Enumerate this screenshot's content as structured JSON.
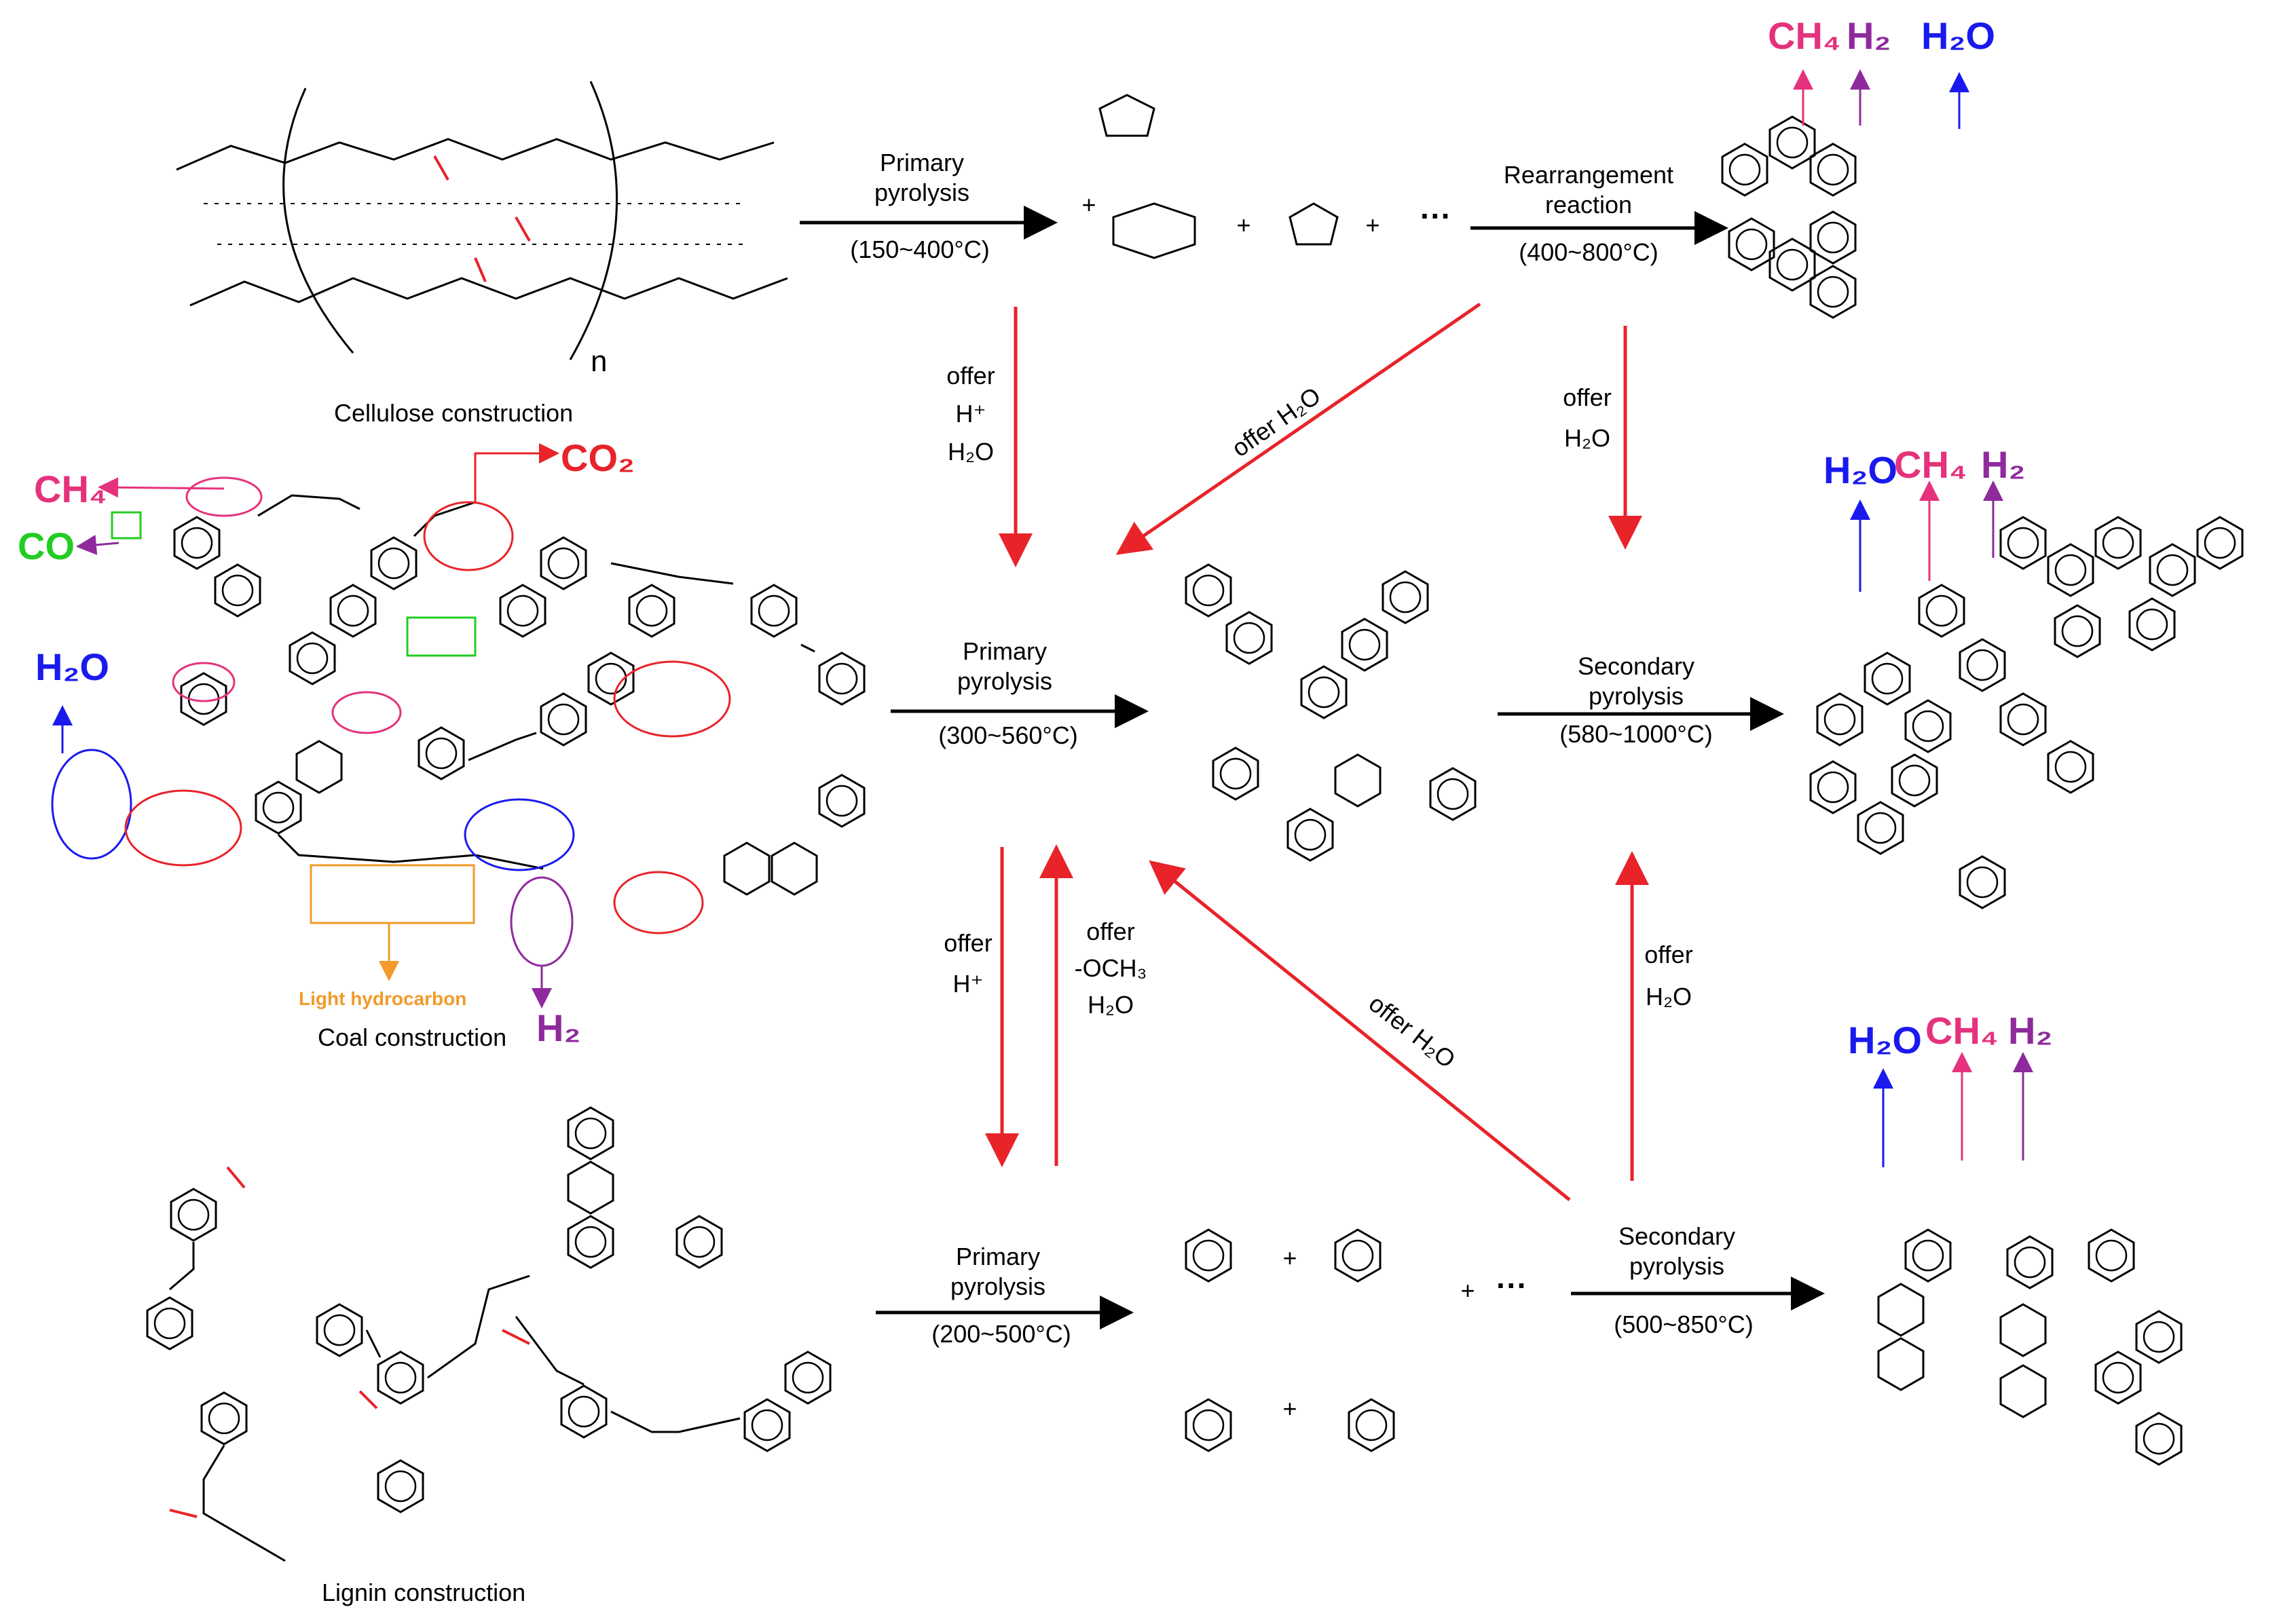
{
  "structures": {
    "cellulose": "Cellulose construction",
    "coal": "Coal construction",
    "lignin": "Lignin construction",
    "light_hydrocarbon": "Light hydrocarbon",
    "n": "n"
  },
  "steps": {
    "cellulose_primary": {
      "line1": "Primary",
      "line2": "pyrolysis",
      "temp": "(150~400°C)"
    },
    "rearrangement": {
      "line1": "Rearrangement",
      "line2": "reaction",
      "temp": "(400~800°C)"
    },
    "coal_primary": {
      "line1": "Primary",
      "line2": "pyrolysis",
      "temp": "(300~560°C)"
    },
    "coal_secondary": {
      "line1": "Secondary",
      "line2": "pyrolysis",
      "temp": "(580~1000°C)"
    },
    "lignin_primary": {
      "line1": "Primary",
      "line2": "pyrolysis",
      "temp": "(200~500°C)"
    },
    "lignin_secondary": {
      "line1": "Secondary",
      "line2": "pyrolysis",
      "temp": "(500~850°C)"
    }
  },
  "offers": {
    "down_cellulose": {
      "l1": "offer",
      "l2": "H⁺",
      "l3": "H₂O"
    },
    "diag_upper": "offer H₂O",
    "down_right": {
      "l1": "offer",
      "l2": "H₂O"
    },
    "down_middle": {
      "l1": "offer",
      "l2": "H⁺"
    },
    "up_middle": {
      "l1": "offer",
      "l2": "-OCH₃",
      "l3": "H₂O"
    },
    "diag_lower": "offer H₂O",
    "up_right": {
      "l1": "offer",
      "l2": "H₂O"
    }
  },
  "gases": {
    "ch4": "CH₄",
    "h2": "H₂",
    "h2o": "H₂O",
    "co": "CO",
    "co2": "CO₂"
  },
  "products": {
    "plus": "+",
    "ellipsis": "···"
  },
  "colors": {
    "red": "#e8232a",
    "black": "#000000",
    "magenta": "#e5327c",
    "purple": "#8e2a9c",
    "blue": "#1a1aee",
    "green": "#22cc22",
    "orange": "#f39a2b"
  }
}
